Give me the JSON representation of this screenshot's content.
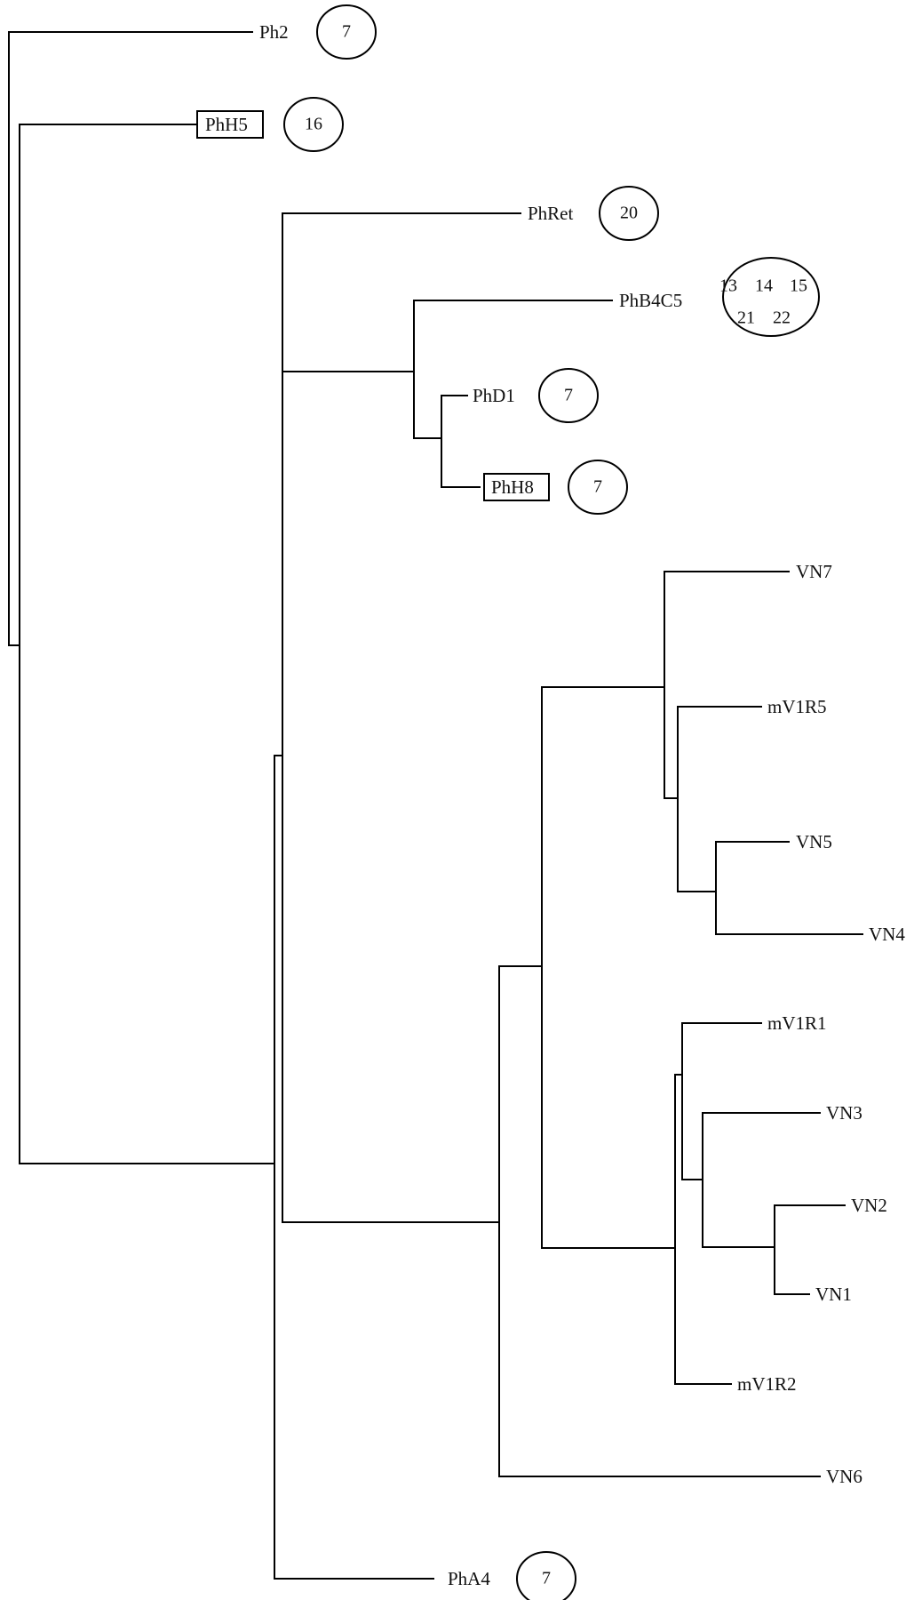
{
  "tree": {
    "leaves": [
      {
        "id": "ph2",
        "label": "Ph2",
        "boxed": false,
        "badge": [
          "7"
        ]
      },
      {
        "id": "phh5",
        "label": "PhH5",
        "boxed": true,
        "badge": [
          "16"
        ]
      },
      {
        "id": "phret",
        "label": "PhRet",
        "boxed": false,
        "badge": [
          "20"
        ]
      },
      {
        "id": "phb4c5",
        "label": "PhB4C5",
        "boxed": false,
        "badge": [
          "13",
          "14",
          "15",
          "21",
          "22"
        ]
      },
      {
        "id": "phd1",
        "label": "PhD1",
        "boxed": false,
        "badge": [
          "7"
        ]
      },
      {
        "id": "phh8",
        "label": "PhH8",
        "boxed": true,
        "badge": [
          "7"
        ]
      },
      {
        "id": "vn7",
        "label": "VN7",
        "boxed": false,
        "badge": []
      },
      {
        "id": "mv1r5",
        "label": "mV1R5",
        "boxed": false,
        "badge": []
      },
      {
        "id": "vn5",
        "label": "VN5",
        "boxed": false,
        "badge": []
      },
      {
        "id": "vn4",
        "label": "VN4",
        "boxed": false,
        "badge": []
      },
      {
        "id": "mv1r1",
        "label": "mV1R1",
        "boxed": false,
        "badge": []
      },
      {
        "id": "vn3",
        "label": "VN3",
        "boxed": false,
        "badge": []
      },
      {
        "id": "vn2",
        "label": "VN2",
        "boxed": false,
        "badge": []
      },
      {
        "id": "vn1",
        "label": "VN1",
        "boxed": false,
        "badge": []
      },
      {
        "id": "mv1r2",
        "label": "mV1R2",
        "boxed": false,
        "badge": []
      },
      {
        "id": "vn6",
        "label": "VN6",
        "boxed": false,
        "badge": []
      },
      {
        "id": "pha4",
        "label": "PhA4",
        "boxed": false,
        "badge": [
          "7"
        ]
      }
    ]
  }
}
